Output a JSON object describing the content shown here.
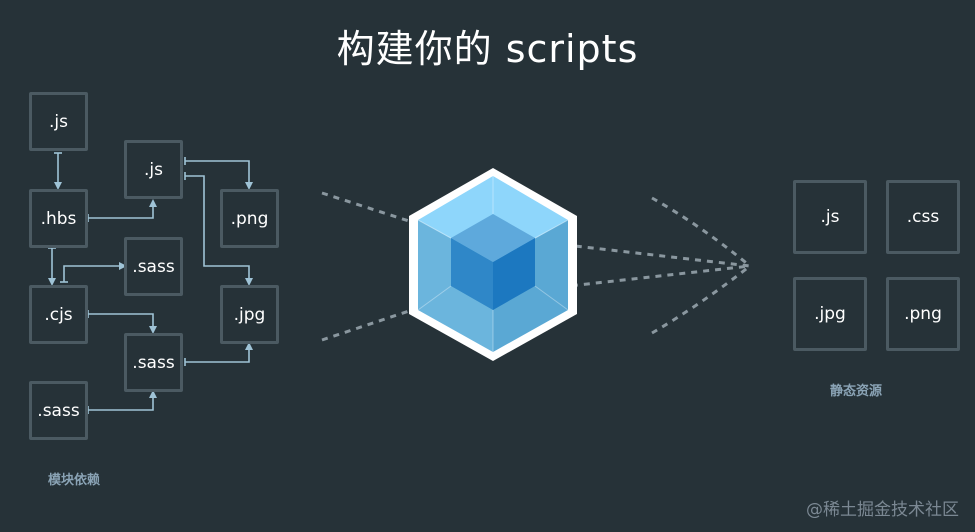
{
  "title": "构建你的 scripts",
  "modules": {
    "caption": "模块依赖",
    "boxes": {
      "js_top": ".js",
      "hbs": ".hbs",
      "cjs": ".cjs",
      "sass_bottom_left": ".sass",
      "js_mid": ".js",
      "sass_mid": ".sass",
      "sass_low": ".sass",
      "png": ".png",
      "jpg": ".jpg"
    }
  },
  "assets": {
    "caption": "静态资源",
    "boxes": {
      "js": ".js",
      "css": ".css",
      "jpg": ".jpg",
      "png": ".png"
    }
  },
  "watermark": "@稀土掘金技术社区",
  "colors": {
    "background": "#263238",
    "box_border": "#4b5a62",
    "connector": "#9fc3d6",
    "dotted": "#8a979f",
    "cube_light": "#8ed6fb",
    "cube_dark": "#1c78c0",
    "caption": "#8aa3b5"
  },
  "icons": [
    "webpack-cube-icon"
  ]
}
